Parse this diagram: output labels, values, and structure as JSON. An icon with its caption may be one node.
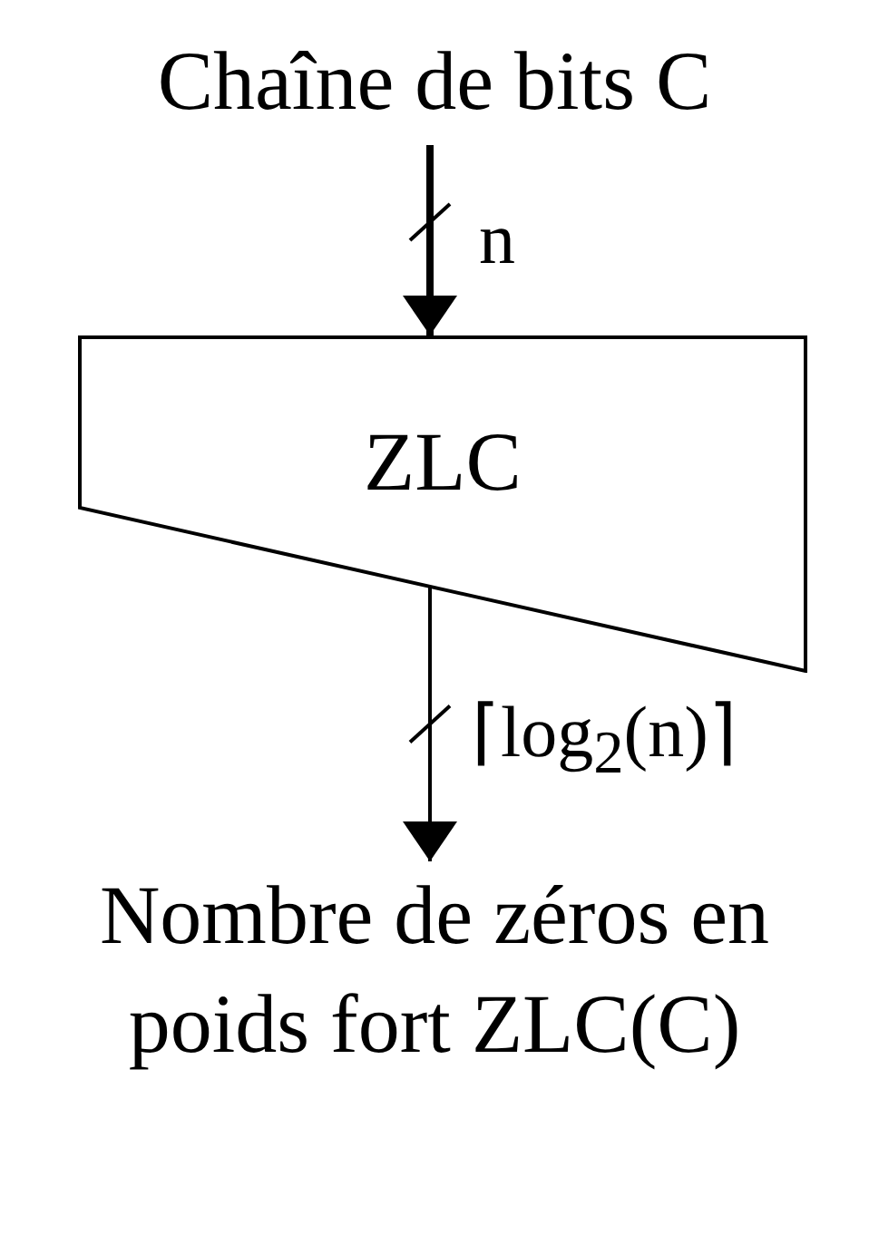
{
  "diagram": {
    "nodes": [
      {
        "text": [
          "Chaîne de bits C"
        ]
      },
      {
        "text": [
          "ZLC"
        ]
      },
      {
        "text": [
          "Nombre de zéros en poids fort ZLC(C)"
        ]
      }
    ],
    "edges": [
      {
        "from": 0,
        "to": 1,
        "arrow": "to",
        "label": "n",
        "style": "thick"
      },
      {
        "from": 1,
        "to": 2,
        "arrow": "to",
        "label": "⌈log$_{2}$(n)⌉"
      }
    ]
  }
}
